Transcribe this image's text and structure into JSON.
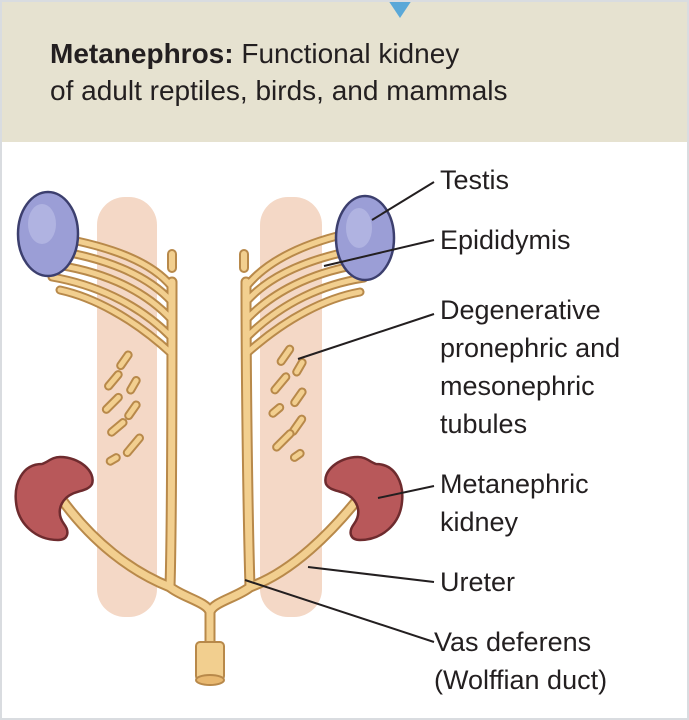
{
  "header": {
    "title_bold": "Metanephros:",
    "title_rest_1": "Functional kidney",
    "title_rest_2": "of adult reptiles, birds, and mammals",
    "background": "#e6e2d0",
    "pointer_color": "#5aa8d8"
  },
  "labels": {
    "testis": "Testis",
    "epididymis": "Epididymis",
    "degenerative_1": "Degenerative",
    "degenerative_2": "pronephric and",
    "degenerative_3": "mesonephric",
    "degenerative_4": "tubules",
    "metanephric_1": "Metanephric",
    "metanephric_2": "kidney",
    "ureter": "Ureter",
    "vas_1": "Vas deferens",
    "vas_2": "(Wolffian duct)"
  },
  "colors": {
    "testis": "#9b9ed6",
    "kidney": "#b8585a",
    "duct": "#f2cf8f",
    "duct_outline": "#b8894a",
    "ridge": "#f4d8c6"
  }
}
